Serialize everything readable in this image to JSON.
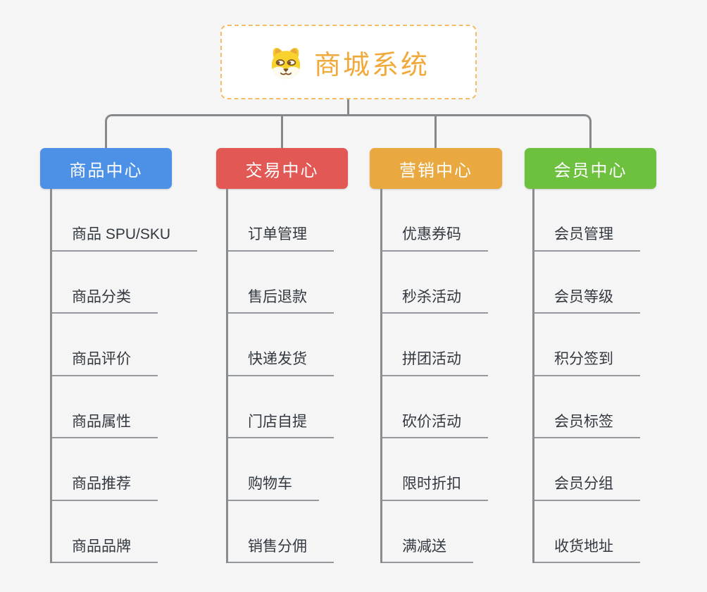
{
  "root": {
    "title": "商城系统",
    "icon": "dog-face-icon",
    "title_color": "#f1a93b",
    "border_color": "#f3bc66"
  },
  "connector_color": "#86898c",
  "underline_color": "#95989c",
  "background_color": "#f5f5f6",
  "leaf_text_color": "#333940",
  "branches": [
    {
      "label": "商品中心",
      "color": "#4d91e6",
      "children": [
        "商品 SPU/SKU",
        "商品分类",
        "商品评价",
        "商品属性",
        "商品推荐",
        "商品品牌"
      ]
    },
    {
      "label": "交易中心",
      "color": "#e15854",
      "children": [
        "订单管理",
        "售后退款",
        "快递发货",
        "门店自提",
        "购物车",
        "销售分佣"
      ]
    },
    {
      "label": "营销中心",
      "color": "#e9a940",
      "children": [
        "优惠券码",
        "秒杀活动",
        "拼团活动",
        "砍价活动",
        "限时折扣",
        "满减送"
      ]
    },
    {
      "label": "会员中心",
      "color": "#6ec13f",
      "children": [
        "会员管理",
        "会员等级",
        "积分签到",
        "会员标签",
        "会员分组",
        "收货地址"
      ]
    }
  ]
}
